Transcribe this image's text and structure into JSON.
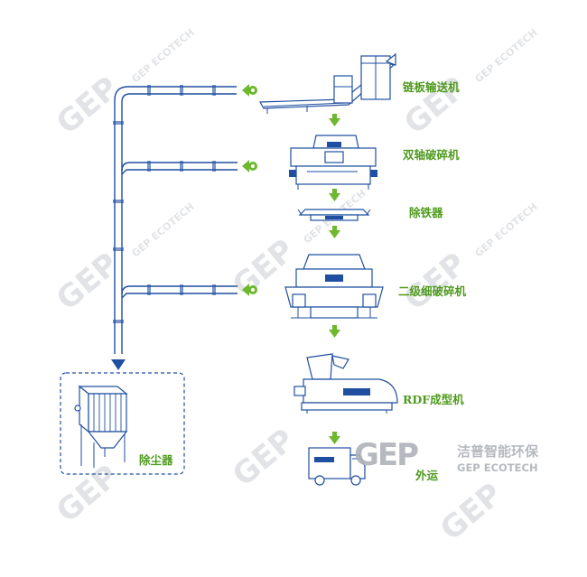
{
  "stages": [
    {
      "id": "chain-conveyor",
      "label": "链板输送机"
    },
    {
      "id": "twin-shaft-shredder",
      "label": "双轴破碎机"
    },
    {
      "id": "iron-remover",
      "label": "除铁器"
    },
    {
      "id": "secondary-fine-shredder",
      "label": "二级细破碎机"
    },
    {
      "id": "rdf-forming-machine",
      "label": "RDF成型机"
    },
    {
      "id": "transport-out",
      "label": "外运"
    }
  ],
  "dust_collector": {
    "label": "除尘器"
  },
  "watermark": {
    "brand_cn": "洁普智能环保",
    "brand_en": "GEP ECOTECH",
    "logo": "GEP"
  },
  "colors": {
    "accent_green": "#6cb82e",
    "label_green": "#4f9a1e",
    "line_blue": "#1f4fa0"
  }
}
